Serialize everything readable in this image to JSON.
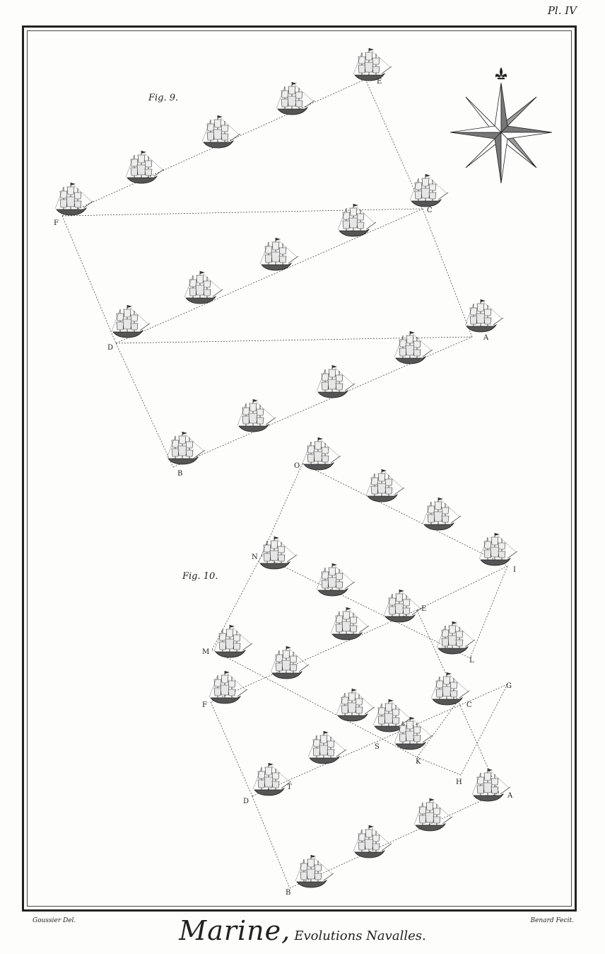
{
  "plate_number": "Pl. IV",
  "credits": {
    "drawer": "Goussier Del.",
    "engraver": "Benard Fecit."
  },
  "title": {
    "main": "Marine,",
    "sub": "Evolutions Navalles."
  },
  "fig9": {
    "label": "Fig. 9.",
    "points": [
      "F",
      "E",
      "C",
      "D",
      "A",
      "B"
    ]
  },
  "fig10": {
    "label": "Fig. 10.",
    "points": [
      "O",
      "N",
      "I",
      "E",
      "M",
      "L",
      "F",
      "C",
      "G",
      "S",
      "K",
      "H",
      "D",
      "T",
      "A",
      "B"
    ]
  },
  "compass": {
    "icon": "compass-rose-icon",
    "north_marker": "fleur-de-lis-icon"
  },
  "ship_icon": "sailing-ship-icon",
  "colors": {
    "ink": "#222222",
    "paper": "#fdfdfb"
  }
}
